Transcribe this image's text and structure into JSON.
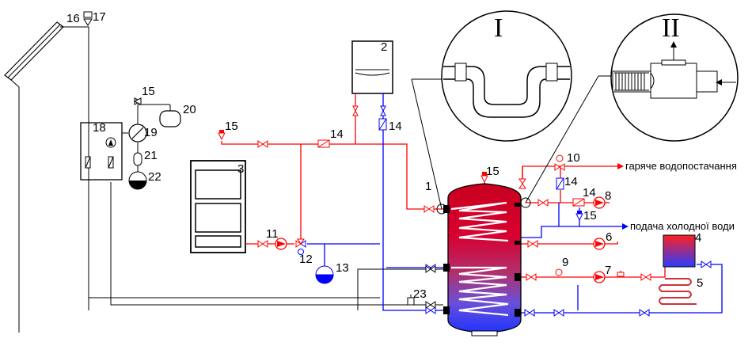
{
  "colors": {
    "hot": "#ff0000",
    "cold": "#0000ff",
    "line": "#000000"
  },
  "labels": {
    "n1": "1",
    "n2": "2",
    "n3": "3",
    "n4": "4",
    "n5": "5",
    "n6": "6",
    "n7": "7",
    "n8": "8",
    "n9": "9",
    "n10": "10",
    "n11": "11",
    "n12": "12",
    "n13": "13",
    "n14a": "14",
    "n14b": "14",
    "n14c": "14",
    "n14d": "14",
    "n15a": "15",
    "n15b": "15",
    "n15c": "15",
    "n15d": "15",
    "n16": "16",
    "n17": "17",
    "n18": "18",
    "n19": "19",
    "n20": "20",
    "n21": "21",
    "n22": "22",
    "n23": "23"
  },
  "callouts": {
    "detail1": "I",
    "detail2": "II"
  },
  "texts": {
    "hot_supply": "гаряче водопостачання",
    "cold_supply": "подача холодної води"
  },
  "icons": [
    "solar-collector-icon",
    "boiler-icon",
    "pump-icon",
    "expansion-tank-icon",
    "manometer-icon",
    "valve-icon",
    "check-valve-icon",
    "heat-exchanger-icon",
    "air-vent-icon",
    "storage-tank-icon"
  ]
}
